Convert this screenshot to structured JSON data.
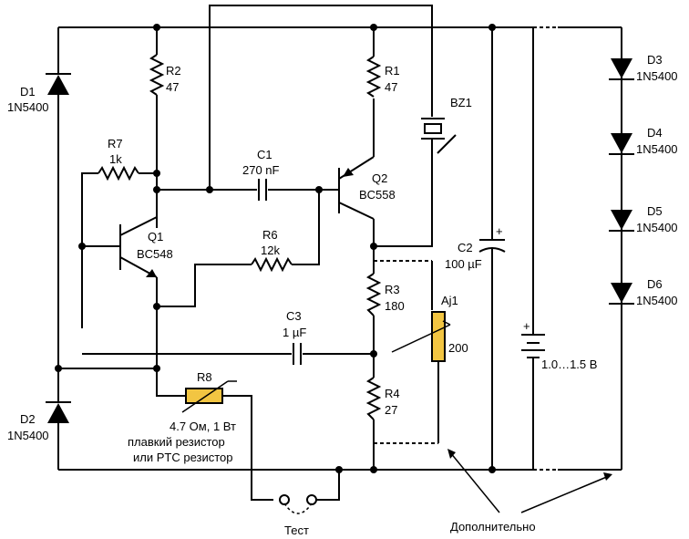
{
  "components": {
    "D1": {
      "name": "D1",
      "value": "1N5400"
    },
    "D2": {
      "name": "D2",
      "value": "1N5400"
    },
    "D3": {
      "name": "D3",
      "value": "1N5400"
    },
    "D4": {
      "name": "D4",
      "value": "1N5400"
    },
    "D5": {
      "name": "D5",
      "value": "1N5400"
    },
    "D6": {
      "name": "D6",
      "value": "1N5400"
    },
    "R1": {
      "name": "R1",
      "value": "47"
    },
    "R2": {
      "name": "R2",
      "value": "47"
    },
    "R3": {
      "name": "R3",
      "value": "180"
    },
    "R4": {
      "name": "R4",
      "value": "27"
    },
    "R6": {
      "name": "R6",
      "value": "12k"
    },
    "R7": {
      "name": "R7",
      "value": "1k"
    },
    "R8": {
      "name": "R8",
      "line1": "4.7 Ом, 1 Вт",
      "line2": "плавкий резистор",
      "line3": "или PTC резистор"
    },
    "C1": {
      "name": "C1",
      "value": "270 nF"
    },
    "C2": {
      "name": "C2",
      "value": "100 µF",
      "polarity": "+"
    },
    "C3": {
      "name": "C3",
      "value": "1 µF"
    },
    "Q1": {
      "name": "Q1",
      "value": "BC548"
    },
    "Q2": {
      "name": "Q2",
      "value": "BC558"
    },
    "BZ1": {
      "name": "BZ1"
    },
    "Aj1": {
      "name": "Aj1",
      "value": "200"
    },
    "battery": {
      "value": "1.0…1.5 В",
      "polarity": "+"
    }
  },
  "test_label": "Тест",
  "optional_label": "Дополнительно",
  "colors": {
    "trimmer_fill": "#f2c542",
    "ptc_fill": "#f2c542",
    "wire": "#000000"
  }
}
